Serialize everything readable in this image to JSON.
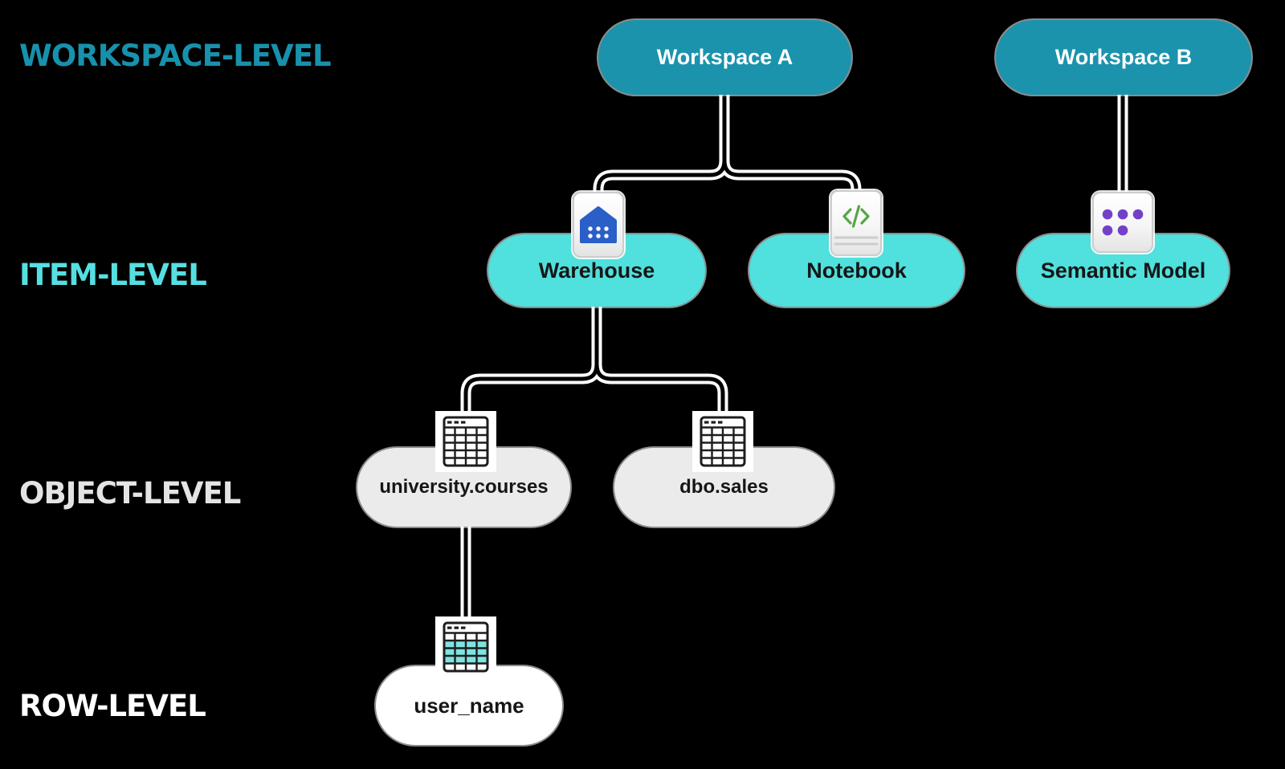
{
  "background": "#000000",
  "levels": [
    {
      "id": "workspace-level",
      "label": "WORKSPACE-LEVEL",
      "color": "#1791ac"
    },
    {
      "id": "item-level",
      "label": "ITEM-LEVEL",
      "color": "#56dfe2"
    },
    {
      "id": "object-level",
      "label": "OBJECT-LEVEL",
      "color": "#e4e4e4"
    },
    {
      "id": "row-level",
      "label": "ROW-LEVEL",
      "color": "#ffffff"
    }
  ],
  "nodes": {
    "workspace_a": {
      "label": "Workspace A",
      "fill": "#1b93ad",
      "text_color": "#ffffff",
      "level": "workspace-level"
    },
    "workspace_b": {
      "label": "Workspace B",
      "fill": "#1b93ad",
      "text_color": "#ffffff",
      "level": "workspace-level"
    },
    "warehouse": {
      "label": "Warehouse",
      "fill": "#50e0dd",
      "text_color": "#161616",
      "level": "item-level",
      "icon": "warehouse-icon"
    },
    "notebook": {
      "label": "Notebook",
      "fill": "#50e0dd",
      "text_color": "#161616",
      "level": "item-level",
      "icon": "notebook-icon"
    },
    "semantic_model": {
      "label": "Semantic Model",
      "fill": "#50e0dd",
      "text_color": "#161616",
      "level": "item-level",
      "icon": "semantic-model-icon"
    },
    "university_courses": {
      "label": "university.courses",
      "fill": "#ebebeb",
      "text_color": "#161616",
      "level": "object-level",
      "icon": "table-icon"
    },
    "dbo_sales": {
      "label": "dbo.sales",
      "fill": "#ebebeb",
      "text_color": "#161616",
      "level": "object-level",
      "icon": "table-icon"
    },
    "user_name": {
      "label": "user_name",
      "fill": "#ffffff",
      "text_color": "#161616",
      "level": "row-level",
      "icon": "table-rls-icon"
    }
  },
  "edges": [
    {
      "from": "workspace_a",
      "to": "warehouse"
    },
    {
      "from": "workspace_a",
      "to": "notebook"
    },
    {
      "from": "workspace_b",
      "to": "semantic_model"
    },
    {
      "from": "warehouse",
      "to": "university_courses"
    },
    {
      "from": "warehouse",
      "to": "dbo_sales"
    },
    {
      "from": "university_courses",
      "to": "user_name"
    }
  ],
  "connector": {
    "casing": "#ffffff",
    "core": "#000000"
  },
  "icon_colors": {
    "warehouse_blue": "#2b5fc8",
    "notebook_green": "#57a546",
    "semantic_purple": "#7340c9",
    "table_stroke": "#1d1d1d",
    "rls_highlight": "#7de4e1"
  }
}
